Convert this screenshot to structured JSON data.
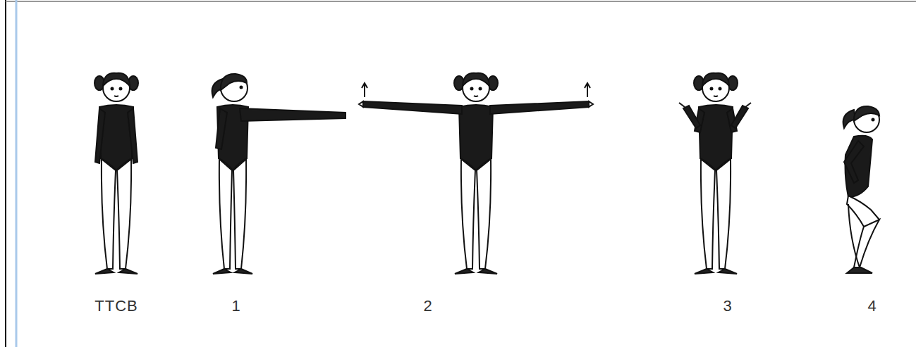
{
  "diagram": {
    "labels": [
      "TTCB",
      "1",
      "2",
      "3",
      "4"
    ]
  }
}
